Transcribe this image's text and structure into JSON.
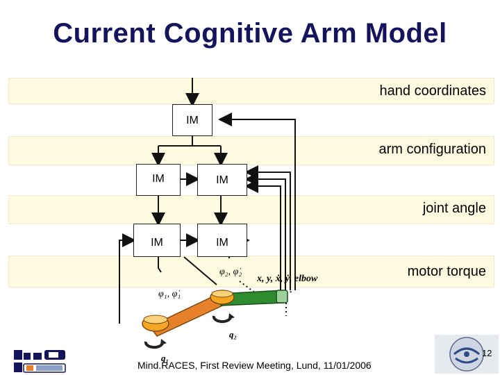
{
  "slide": {
    "title": "Current Cognitive Arm Model",
    "footer": "Mind.RACES, First Review Meeting, Lund, 11/01/2006",
    "page_number": "12"
  },
  "levels": [
    {
      "label": "hand coordinates"
    },
    {
      "label": "arm configuration"
    },
    {
      "label": "joint angle"
    },
    {
      "label": "motor torque"
    }
  ],
  "modules": {
    "hand": "IM",
    "arm_left": "IM",
    "arm_right": "IM",
    "joint_left": "IM",
    "joint_right": "IM"
  },
  "arm_annotations": {
    "proximal_angles": "φ₁, φ̇₁",
    "distal_angles": "φ₂, φ̇₂",
    "hand_state": "x, y, ẋ, ẏ, elbow",
    "torque_1": "q₁",
    "torque_2": "q₂"
  },
  "colors": {
    "title": "#14145c",
    "band": "#fffbe0",
    "segment_1": "#f5a623",
    "segment_2": "#e8822a",
    "segment_3": "#2e8b2e"
  },
  "logos": {
    "left": "mind-races-logo",
    "right": "partner-logo"
  }
}
